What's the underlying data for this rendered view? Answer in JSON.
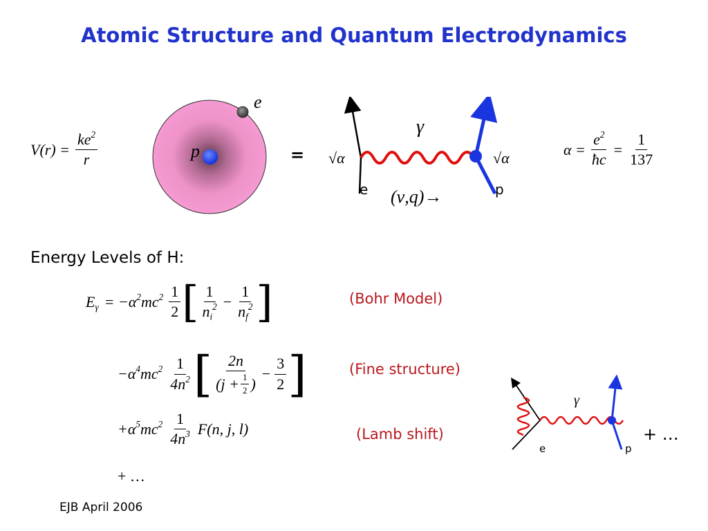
{
  "slide": {
    "title": "Atomic Structure and Quantum Electrodynamics",
    "footer": "EJB April 2006",
    "section_heading": "Energy Levels of H:"
  },
  "atom": {
    "electron_label": "e",
    "proton_label": "p"
  },
  "potential": {
    "lhs": "V(r) =",
    "numerator": "ke",
    "numerator_exp": "2",
    "denominator": "r"
  },
  "feynman_main": {
    "equals": "=",
    "photon_label": "γ",
    "left_coupling": "√α",
    "right_coupling": "√α",
    "electron_label": "e",
    "proton_label": "p",
    "momentum_label": "(ν,q)→"
  },
  "fine_structure_const": {
    "alpha": "α =",
    "num": "e",
    "num_exp": "2",
    "den": "ħc",
    "equals": "=",
    "num2": "1",
    "den2": "137"
  },
  "energy_levels": {
    "term1_lhs": "E",
    "term1_lhs_sub": "γ",
    "term1_coef": "= −α",
    "term1_coef_exp": "2",
    "term1_mc": "mc",
    "term1_mc_exp": "2",
    "half_num": "1",
    "half_den": "2",
    "ni_num": "1",
    "ni_den": "n",
    "ni_sub": "i",
    "ni_exp": "2",
    "minus": "−",
    "nf_num": "1",
    "nf_den": "n",
    "nf_sub": "f",
    "nf_exp": "2",
    "term1_note": "(Bohr Model)",
    "term2_coef": "−α",
    "term2_coef_exp": "4",
    "term2_mc": "mc",
    "term2_mc_exp": "2",
    "term2_frac_num": "1",
    "term2_frac_den": "4n",
    "term2_frac_den_exp": "2",
    "term2_inner_num": "2n",
    "term2_inner_den_a": "(j +",
    "term2_inner_den_half_num": "1",
    "term2_inner_den_half_den": "2",
    "term2_inner_den_b": ")",
    "term2_minus": "−",
    "term2_three_num": "3",
    "term2_three_den": "2",
    "term2_note": "(Fine structure)",
    "term3_coef": "+α",
    "term3_coef_exp": "5",
    "term3_mc": "mc",
    "term3_mc_exp": "2",
    "term3_frac_num": "1",
    "term3_frac_den": "4n",
    "term3_frac_den_exp": "3",
    "term3_func": "F(n, j, l)",
    "term3_note": "(Lamb shift)",
    "term4": "+ …"
  },
  "feynman_small": {
    "photon_label": "γ",
    "electron_label": "e",
    "proton_label": "p",
    "plus_more": "+ …"
  },
  "colors": {
    "title": "#2233cc",
    "note": "#b8171d",
    "photon": "#e01010",
    "proton": "#1a35e0",
    "atom_fill": "#f59ad2"
  }
}
